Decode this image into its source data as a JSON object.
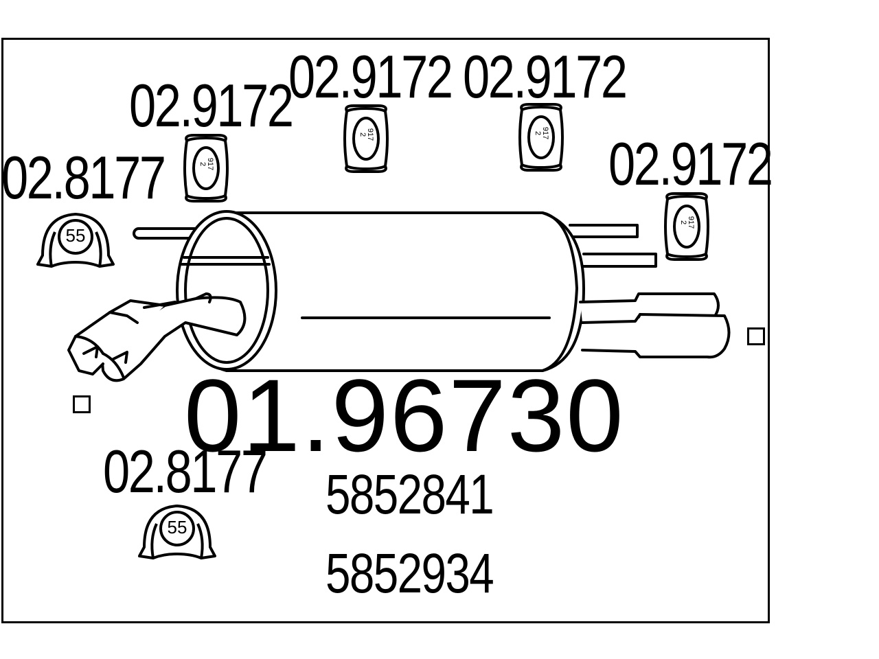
{
  "part_number": "01.96730",
  "oe_numbers": [
    "5852841",
    "5852934"
  ],
  "hangers": [
    {
      "code": "02.8177",
      "badge": "55"
    },
    {
      "code": "02.9172",
      "badge": "9172"
    },
    {
      "code": "02.9172",
      "badge": "9172"
    },
    {
      "code": "02.9172",
      "badge": "9172"
    },
    {
      "code": "02.9172",
      "badge": "9172"
    },
    {
      "code": "02.8177",
      "badge": "55"
    }
  ]
}
